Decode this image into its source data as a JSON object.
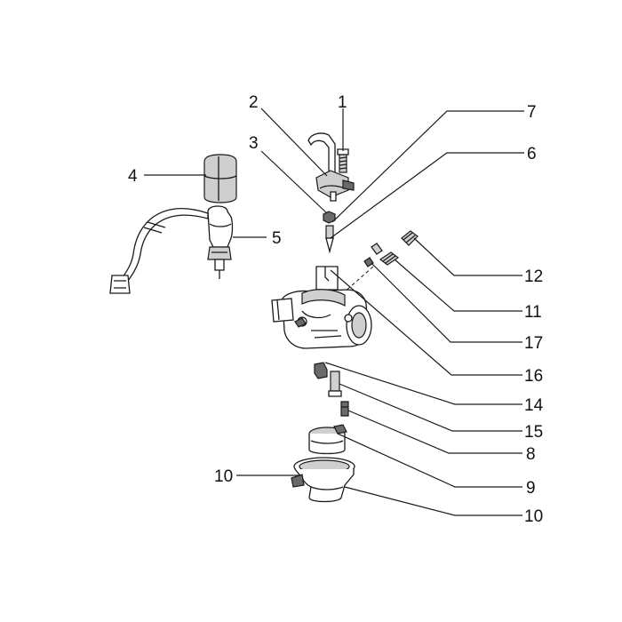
{
  "diagram": {
    "callouts": [
      {
        "id": "c1",
        "text": "1"
      },
      {
        "id": "c2",
        "text": "2"
      },
      {
        "id": "c3",
        "text": "3"
      },
      {
        "id": "c4",
        "text": "4"
      },
      {
        "id": "c5",
        "text": "5"
      },
      {
        "id": "c6",
        "text": "6"
      },
      {
        "id": "c7",
        "text": "7"
      },
      {
        "id": "c12",
        "text": "12"
      },
      {
        "id": "c11",
        "text": "11"
      },
      {
        "id": "c17",
        "text": "17"
      },
      {
        "id": "c16",
        "text": "16"
      },
      {
        "id": "c14",
        "text": "14"
      },
      {
        "id": "c15",
        "text": "15"
      },
      {
        "id": "c8",
        "text": "8"
      },
      {
        "id": "c9",
        "text": "9"
      },
      {
        "id": "c10a",
        "text": "10"
      },
      {
        "id": "c10b",
        "text": "10"
      }
    ]
  }
}
